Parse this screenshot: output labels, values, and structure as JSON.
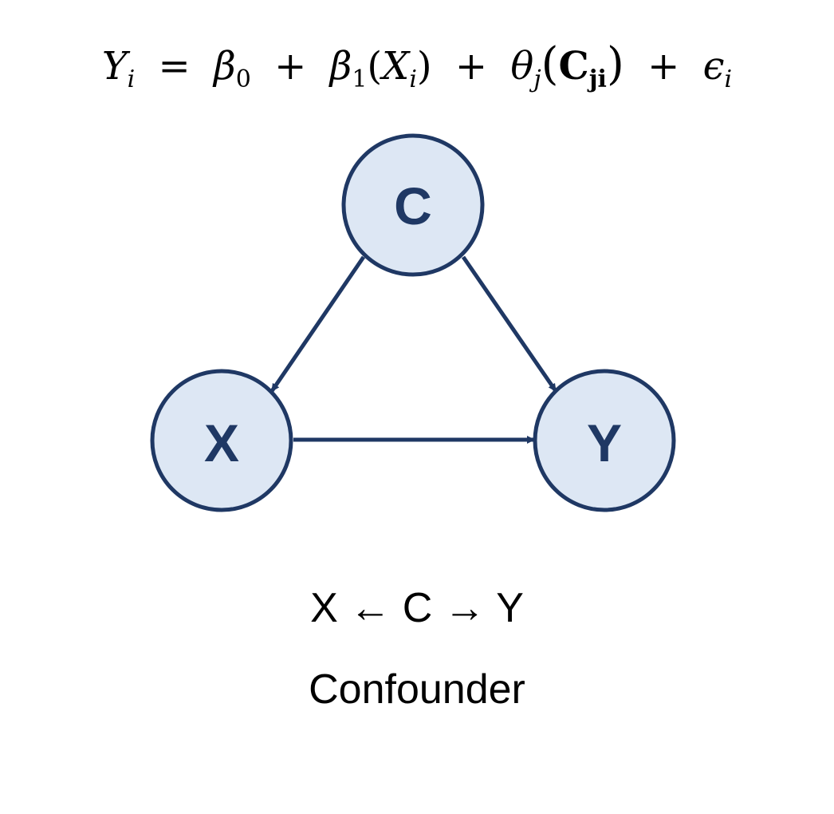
{
  "equation": {
    "lhs_var": "Y",
    "lhs_sub": "i",
    "equals": "=",
    "b0": "β",
    "b0_sub": "0",
    "plus1": "+",
    "b1": "β",
    "b1_sub": "1",
    "open1": "(",
    "x_var": "X",
    "x_sub": "i",
    "close1": ")",
    "plus2": "+",
    "theta": "θ",
    "theta_sub": "j",
    "open2": "(",
    "c_var": "C",
    "c_sub": "ji",
    "close2": ")",
    "plus3": "+",
    "eps": "ϵ",
    "eps_sub": "i"
  },
  "nodes": {
    "c": "C",
    "x": "X",
    "y": "Y"
  },
  "colors": {
    "node_fill": "#dde7f4",
    "node_stroke": "#1f3864",
    "edge": "#1f3864"
  },
  "path_notation": "X ← C → Y",
  "diagram_name": "Confounder"
}
